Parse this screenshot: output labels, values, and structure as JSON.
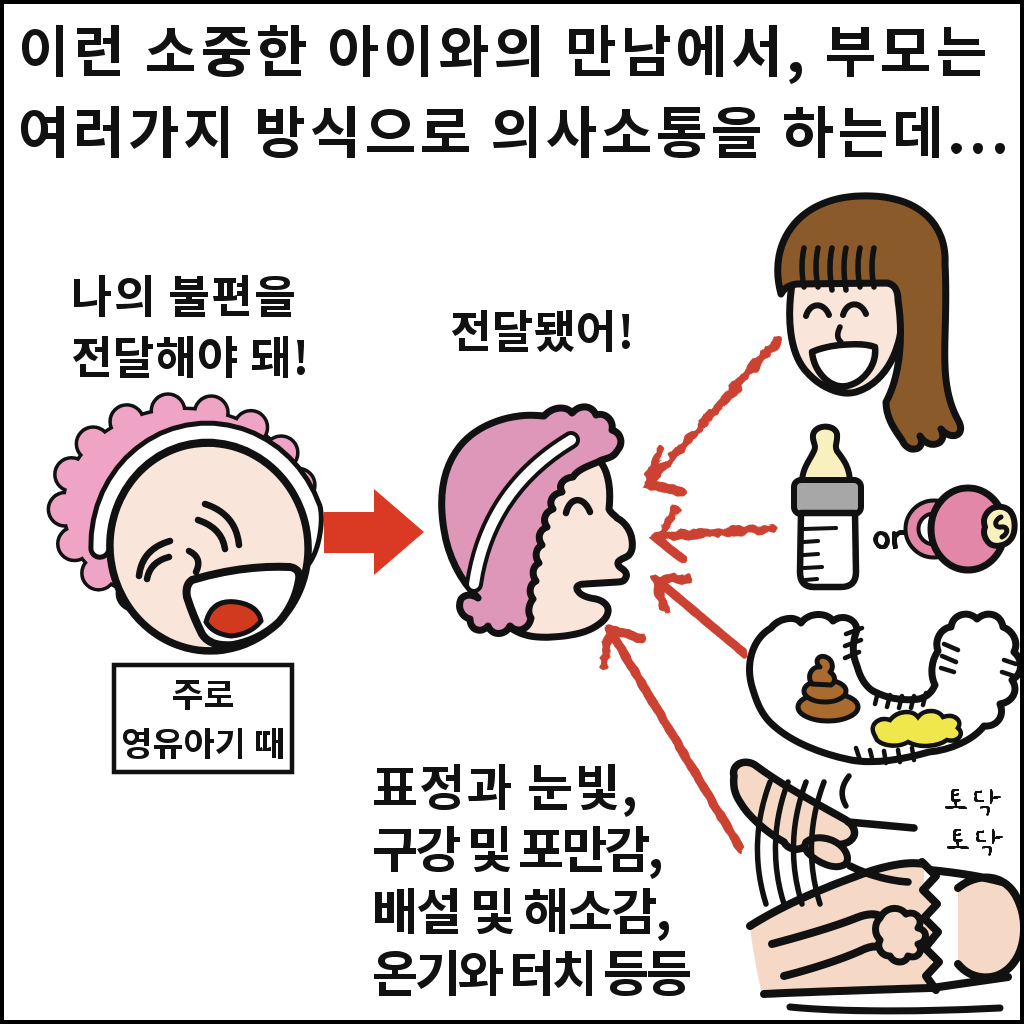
{
  "panel": {
    "background": "#ffffff",
    "border_color": "#000000",
    "title": {
      "line1": "이런 소중한 아이와의 만남에서, 부모는",
      "line2": "여러가지 방식으로 의사소통을 하는데..."
    }
  },
  "baby": {
    "caption_line1": "나의 불편을",
    "caption_line2": "전달해야 돼!",
    "age_box": {
      "line1": "주로",
      "line2": "영유아기 때"
    },
    "bonnet_color": "#efa3c5",
    "skin_color": "#f9e5da",
    "tongue_color": "#d23a1e"
  },
  "mother_head": {
    "caption": "전달됐어!",
    "bonnet_color": "#de97b9",
    "skin_color": "#f9e5da"
  },
  "arrow": {
    "color": "#da3a23"
  },
  "crayon_arrows": {
    "color": "#cc4331",
    "count": 4
  },
  "signals": {
    "mother_face": {
      "hair_color": "#8a5a2b",
      "skin_color": "#f9e5da"
    },
    "feeding": {
      "or_label": "or",
      "nipple_color": "#f9f0c0",
      "collar_color": "#a7a7a7",
      "pacifier_color": "#e287a7"
    },
    "diaper": {
      "poop_color": "#a96c2e",
      "pee_color": "#efe74b"
    },
    "patting": {
      "sound_line1": "토닥",
      "sound_line2": "토닥",
      "skin_color": "#f5d9c6"
    }
  },
  "senses_list": {
    "lines": [
      "표정과 눈빛,",
      "구강 및 포만감,",
      "배설 및 해소감,",
      "온기와 터치 등등"
    ]
  }
}
